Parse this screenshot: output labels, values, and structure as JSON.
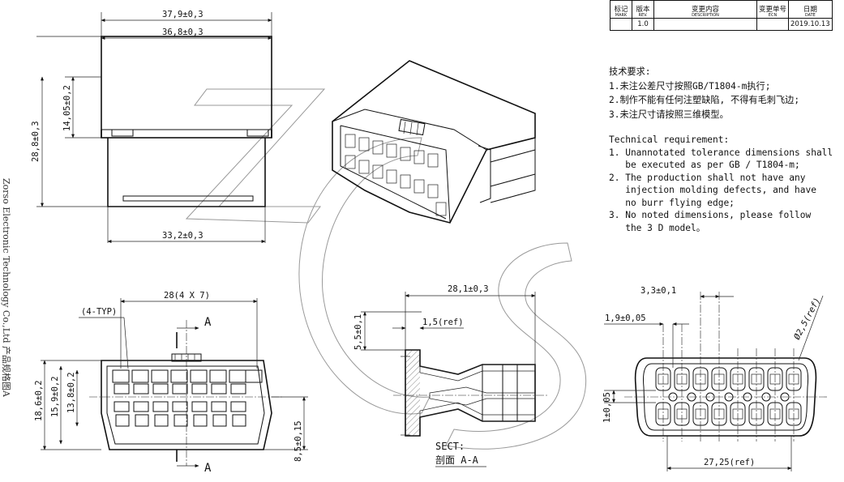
{
  "revision_table": {
    "headers": [
      {
        "cn": "标记",
        "en": "MARK"
      },
      {
        "cn": "版本",
        "en": "REV."
      },
      {
        "cn": "变更内容",
        "en": "DESCRIPTION"
      },
      {
        "cn": "变更单号",
        "en": "ECN"
      },
      {
        "cn": "日期",
        "en": "DATE"
      }
    ],
    "row": {
      "mark": "",
      "rev": "1.0",
      "description": "",
      "ecn": "",
      "date": "2019.10.13"
    }
  },
  "requirements_cn": {
    "title": "技术要求:",
    "items": [
      "1.未注公差尺寸按照GB/T1804-m执行;",
      "2.制作不能有任何注塑缺陷, 不得有毛刺飞边;",
      "3.未注尺寸请按照三维模型。"
    ]
  },
  "requirements_en": {
    "title": "Technical requirement:",
    "items": [
      "1. Unannotated tolerance dimensions shall",
      "   be executed as per GB / T1804-m;",
      "2. The production shall not have any",
      "   injection molding defects, and have",
      "   no burr flying edge;",
      "3. No noted dimensions, please follow",
      "   the 3 D model。"
    ]
  },
  "side_text": "Zorso Electronic Technology Co.,Ltd 产品规格图A",
  "dimensions": {
    "top_width_outer": "37,9±0,3",
    "top_width_inner": "36,8±0,3",
    "top_height_total": "28,8±0,3",
    "top_height_upper": "14,05±0,2",
    "top_width_bottom": "33,2±0,3",
    "front_pitch": "28(4 X 7)",
    "front_typ": "(4-TYP)",
    "front_height_outer": "18,6±0,2",
    "front_height_mid": "15,9±0,2",
    "front_height_inner": "13,8±0,2",
    "front_height_lower": "8,5±0,15",
    "section_marker": "A",
    "section_width": "28,1±0,3",
    "section_height": "5,5±0,1",
    "section_ref": "1,5(ref)",
    "section_caption_en": "SECT:",
    "section_caption_cn": "剖面  A-A",
    "rear_pitch": "3,3±0,1",
    "rear_gap": "1,9±0,05",
    "rear_diameter": "Ø2,5(ref)",
    "rear_height": "1±0,05",
    "rear_width": "27,25(ref)"
  }
}
